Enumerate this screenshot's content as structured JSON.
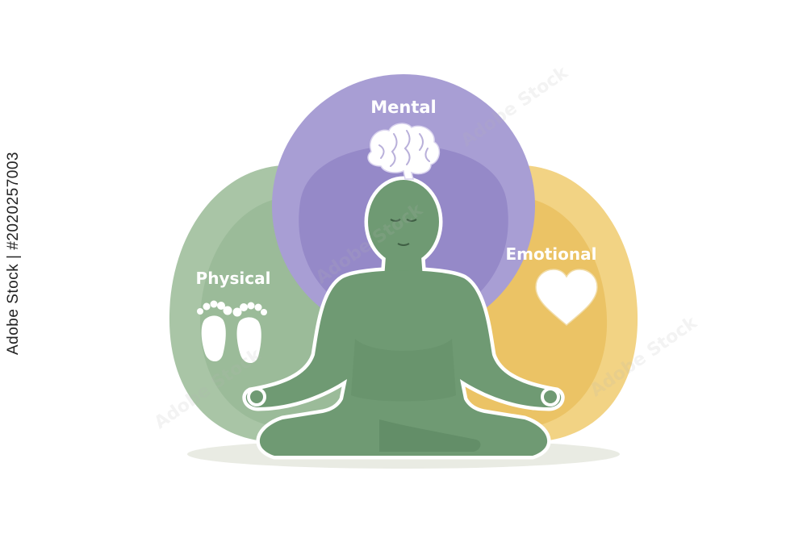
{
  "labels": {
    "mental": "Mental",
    "physical": "Physical",
    "emotional": "Emotional"
  },
  "icons": {
    "mental": "brain-icon",
    "physical": "footprints-icon",
    "emotional": "heart-icon",
    "center": "meditating-person-icon"
  },
  "colors": {
    "mental": "#9b8ecb",
    "physical": "#86ad86",
    "emotional": "#efc764",
    "figure": "#6f9a73",
    "figure_outline": "#ffffff"
  },
  "side_text": "Adobe Stock | #2020257003",
  "watermark": "Adobe Stock"
}
